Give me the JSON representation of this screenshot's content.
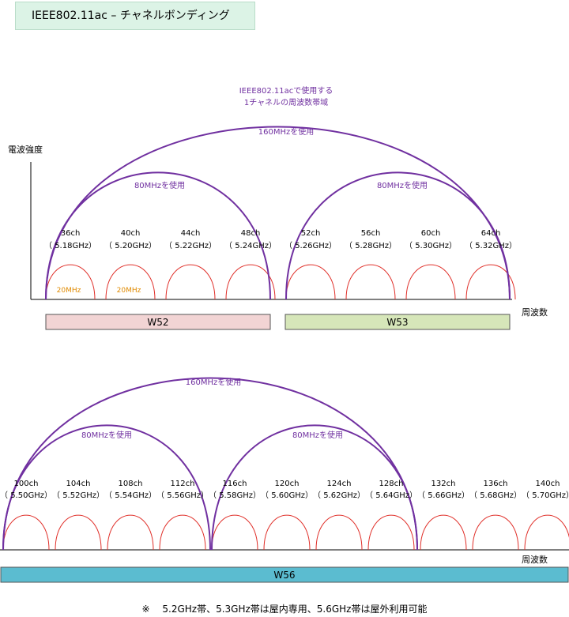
{
  "title": "IEEE802.11ac – チャネルボンディング",
  "y_axis_label": "電波強度",
  "x_axis_label": "周波数",
  "top_annotation": [
    "IEEE802.11acで使用する",
    "1チャネルの周波数帯域"
  ],
  "labels": {
    "mhz160": "160MHzを使用",
    "mhz80": "80MHzを使用",
    "mhz20": "20MHz"
  },
  "upper_channels": [
    {
      "ch": "36ch",
      "freq": "（ 5.18GHz）"
    },
    {
      "ch": "40ch",
      "freq": "（ 5.20GHz）"
    },
    {
      "ch": "44ch",
      "freq": "（ 5.22GHz）"
    },
    {
      "ch": "48ch",
      "freq": "（ 5.24GHz）"
    },
    {
      "ch": "52ch",
      "freq": "（ 5.26GHz）"
    },
    {
      "ch": "56ch",
      "freq": "（ 5.28GHz）"
    },
    {
      "ch": "60ch",
      "freq": "（ 5.30GHz）"
    },
    {
      "ch": "64ch",
      "freq": "（ 5.32GHz）"
    }
  ],
  "lower_channels": [
    {
      "ch": "100ch",
      "freq": "（ 5.50GHz）"
    },
    {
      "ch": "104ch",
      "freq": "（ 5.52GHz）"
    },
    {
      "ch": "108ch",
      "freq": "（ 5.54GHz）"
    },
    {
      "ch": "112ch",
      "freq": "（ 5.56GHz）"
    },
    {
      "ch": "116ch",
      "freq": "（ 5.58GHz）"
    },
    {
      "ch": "120ch",
      "freq": "（ 5.60GHz）"
    },
    {
      "ch": "124ch",
      "freq": "（ 5.62GHz）"
    },
    {
      "ch": "128ch",
      "freq": "（ 5.64GHz）"
    },
    {
      "ch": "132ch",
      "freq": "（ 5.66GHz）"
    },
    {
      "ch": "136ch",
      "freq": "（ 5.68GHz）"
    },
    {
      "ch": "140ch",
      "freq": "（ 5.70GHz）"
    }
  ],
  "bands": [
    {
      "name": "W52",
      "color": "#f2d4d4"
    },
    {
      "name": "W53",
      "color": "#d6e6b9"
    },
    {
      "name": "W56",
      "color": "#5bbcd0"
    }
  ],
  "footnote": "※　 5.2GHz帯、5.3GHz帯は屋内専用、5.6GHz帯は屋外利用可能",
  "colors": {
    "arc_purple": "#7030a0",
    "channel_red": "#e0302a",
    "label_orange": "#e08a00",
    "axis": "#000000"
  }
}
